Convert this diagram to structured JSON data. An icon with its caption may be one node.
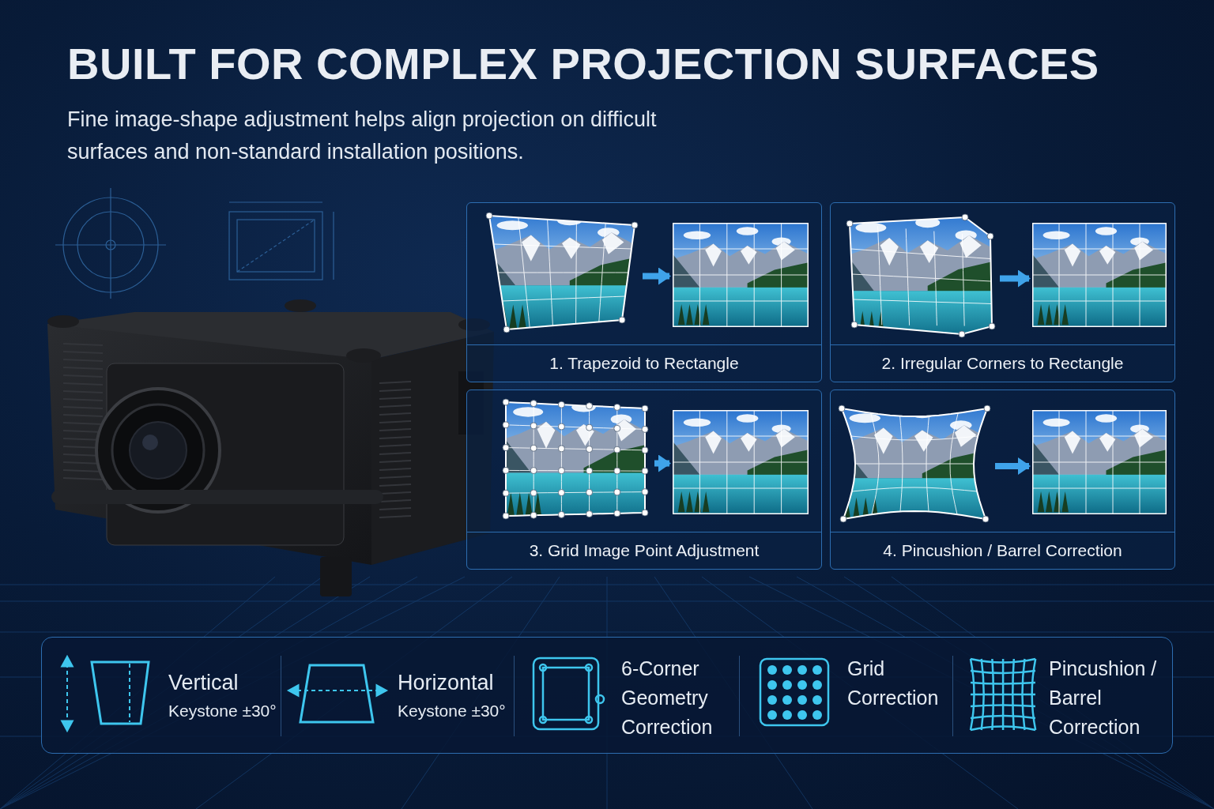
{
  "diagram": {
    "title": "BUILT FOR COMPLEX PROJECTION SURFACES",
    "nodes": [
      {
        "text": [
          "1. Trapezoid to Rectangle"
        ]
      },
      {
        "text": [],
        "shape": "picture",
        "in": 0
      },
      {
        "text": [],
        "shape": "picture",
        "in": 0
      },
      {
        "text": [
          "2. Irregular Corners to Rectangle"
        ]
      },
      {
        "text": [],
        "shape": "picture",
        "in": 3
      },
      {
        "text": [],
        "shape": "picture",
        "in": 3
      },
      {
        "text": [
          "3. Grid Image Point Adjustment"
        ]
      },
      {
        "text": [],
        "shape": "picture",
        "in": 6
      },
      {
        "text": [],
        "shape": "picture",
        "in": 6
      },
      {
        "text": [
          "4. Pincushion / Barrel Correction"
        ]
      },
      {
        "text": [],
        "shape": "picture",
        "in": 9
      },
      {
        "text": [],
        "shape": "picture",
        "in": 9
      }
    ],
    "edges": [
      {
        "from": 1,
        "to": 2,
        "arrow": "to"
      },
      {
        "from": 4,
        "to": 5,
        "arrow": "to"
      },
      {
        "from": 7,
        "to": 8,
        "arrow": "to"
      },
      {
        "from": 10,
        "to": 11,
        "arrow": "to"
      }
    ],
    "labels": [
      "Fine image-shape adjustment helps align projection on difficult surfaces and non-standard installation positions.",
      "Vertical",
      "Keystone ±30°",
      "Horizontal",
      "Keystone ±30°",
      "6-Corner Geometry Correction",
      "Grid Correction",
      "Pincushion / Barrel Correction"
    ]
  }
}
